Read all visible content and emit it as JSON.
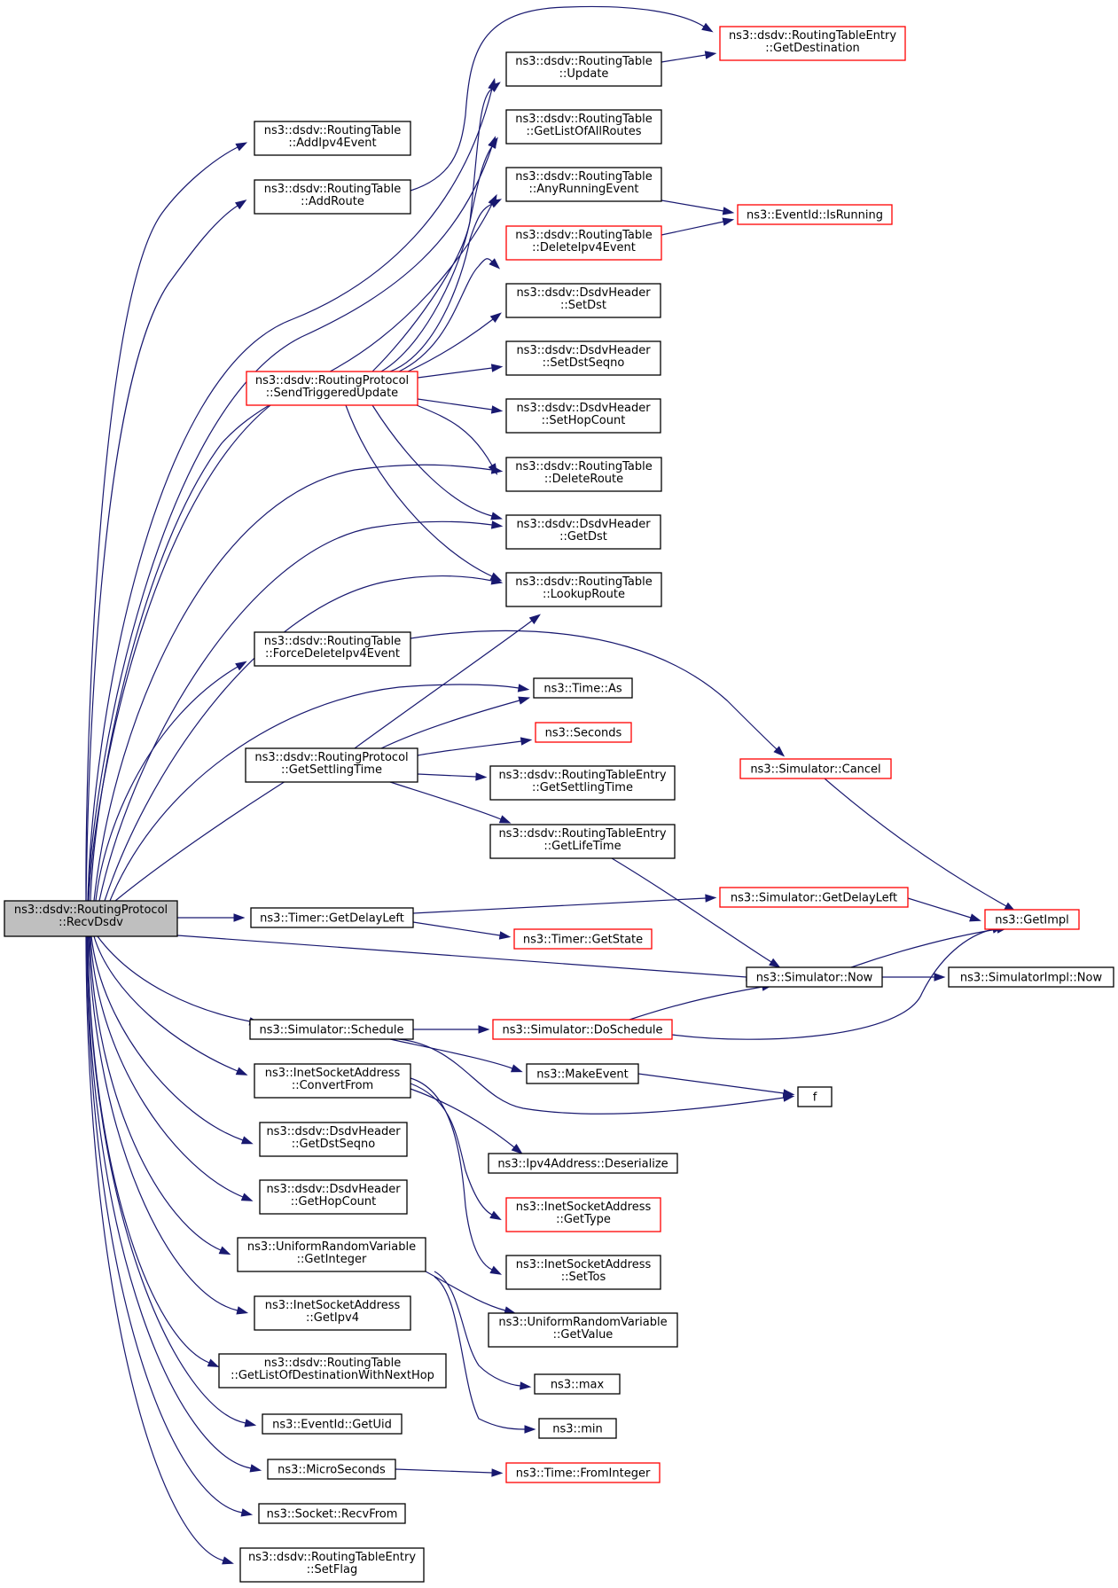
{
  "colors": {
    "edge": "#191970",
    "box_default": "#000000",
    "box_red": "#ff0000",
    "root_fill": "#bfbfbf"
  },
  "nodes": {
    "root": [
      "ns3::dsdv::RoutingProtocol",
      "::RecvDsdv"
    ],
    "addipv4event": [
      "ns3::dsdv::RoutingTable",
      "::AddIpv4Event"
    ],
    "addroute": [
      "ns3::dsdv::RoutingTable",
      "::AddRoute"
    ],
    "sendtriggered": [
      "ns3::dsdv::RoutingProtocol",
      "::SendTriggeredUpdate"
    ],
    "forcedelete": [
      "ns3::dsdv::RoutingTable",
      "::ForceDeleteIpv4Event"
    ],
    "getsettling": [
      "ns3::dsdv::RoutingProtocol",
      "::GetSettlingTime"
    ],
    "timer_getdelay": [
      "ns3::Timer::GetDelayLeft"
    ],
    "sim_schedule": [
      "ns3::Simulator::Schedule"
    ],
    "inet_convert": [
      "ns3::InetSocketAddress",
      "::ConvertFrom"
    ],
    "hdr_getdstseqno": [
      "ns3::dsdv::DsdvHeader",
      "::GetDstSeqno"
    ],
    "hdr_gethopcount": [
      "ns3::dsdv::DsdvHeader",
      "::GetHopCount"
    ],
    "urv_getinteger": [
      "ns3::UniformRandomVariable",
      "::GetInteger"
    ],
    "inet_getipv4": [
      "ns3::InetSocketAddress",
      "::GetIpv4"
    ],
    "rt_getlistdest": [
      "ns3::dsdv::RoutingTable",
      "::GetListOfDestinationWithNextHop"
    ],
    "eventid_getuid": [
      "ns3::EventId::GetUid"
    ],
    "microseconds": [
      "ns3::MicroSeconds"
    ],
    "socket_recvfrom": [
      "ns3::Socket::RecvFrom"
    ],
    "rte_setflag": [
      "ns3::dsdv::RoutingTableEntry",
      "::SetFlag"
    ],
    "rt_update": [
      "ns3::dsdv::RoutingTable",
      "::Update"
    ],
    "rt_getlistall": [
      "ns3::dsdv::RoutingTable",
      "::GetListOfAllRoutes"
    ],
    "rt_anyrunning": [
      "ns3::dsdv::RoutingTable",
      "::AnyRunningEvent"
    ],
    "rt_deleteipv4": [
      "ns3::dsdv::RoutingTable",
      "::DeleteIpv4Event"
    ],
    "hdr_setdst": [
      "ns3::dsdv::DsdvHeader",
      "::SetDst"
    ],
    "hdr_setdstseqno": [
      "ns3::dsdv::DsdvHeader",
      "::SetDstSeqno"
    ],
    "hdr_sethopcount": [
      "ns3::dsdv::DsdvHeader",
      "::SetHopCount"
    ],
    "rt_deleteroute": [
      "ns3::dsdv::RoutingTable",
      "::DeleteRoute"
    ],
    "hdr_getdst": [
      "ns3::dsdv::DsdvHeader",
      "::GetDst"
    ],
    "rt_lookup": [
      "ns3::dsdv::RoutingTable",
      "::LookupRoute"
    ],
    "time_as": [
      "ns3::Time::As"
    ],
    "seconds": [
      "ns3::Seconds"
    ],
    "rte_getsettling": [
      "ns3::dsdv::RoutingTableEntry",
      "::GetSettlingTime"
    ],
    "rte_getlifetime": [
      "ns3::dsdv::RoutingTableEntry",
      "::GetLifeTime"
    ],
    "timer_getstate": [
      "ns3::Timer::GetState"
    ],
    "sim_doschedule": [
      "ns3::Simulator::DoSchedule"
    ],
    "makeevent": [
      "ns3::MakeEvent"
    ],
    "ipv4_deserialize": [
      "ns3::Ipv4Address::Deserialize"
    ],
    "inet_gettype": [
      "ns3::InetSocketAddress",
      "::GetType"
    ],
    "inet_settos": [
      "ns3::InetSocketAddress",
      "::SetTos"
    ],
    "urv_getvalue": [
      "ns3::UniformRandomVariable",
      "::GetValue"
    ],
    "max": [
      "ns3::max"
    ],
    "min": [
      "ns3::min"
    ],
    "time_frominteger": [
      "ns3::Time::FromInteger"
    ],
    "rte_getdest": [
      "ns3::dsdv::RoutingTableEntry",
      "::GetDestination"
    ],
    "eventid_isrunning": [
      "ns3::EventId::IsRunning"
    ],
    "sim_cancel": [
      "ns3::Simulator::Cancel"
    ],
    "sim_getdelay": [
      "ns3::Simulator::GetDelayLeft"
    ],
    "sim_now": [
      "ns3::Simulator::Now"
    ],
    "f": [
      "f"
    ],
    "getimpl": [
      "ns3::GetImpl"
    ],
    "simimpl_now": [
      "ns3::SimulatorImpl::Now"
    ]
  }
}
